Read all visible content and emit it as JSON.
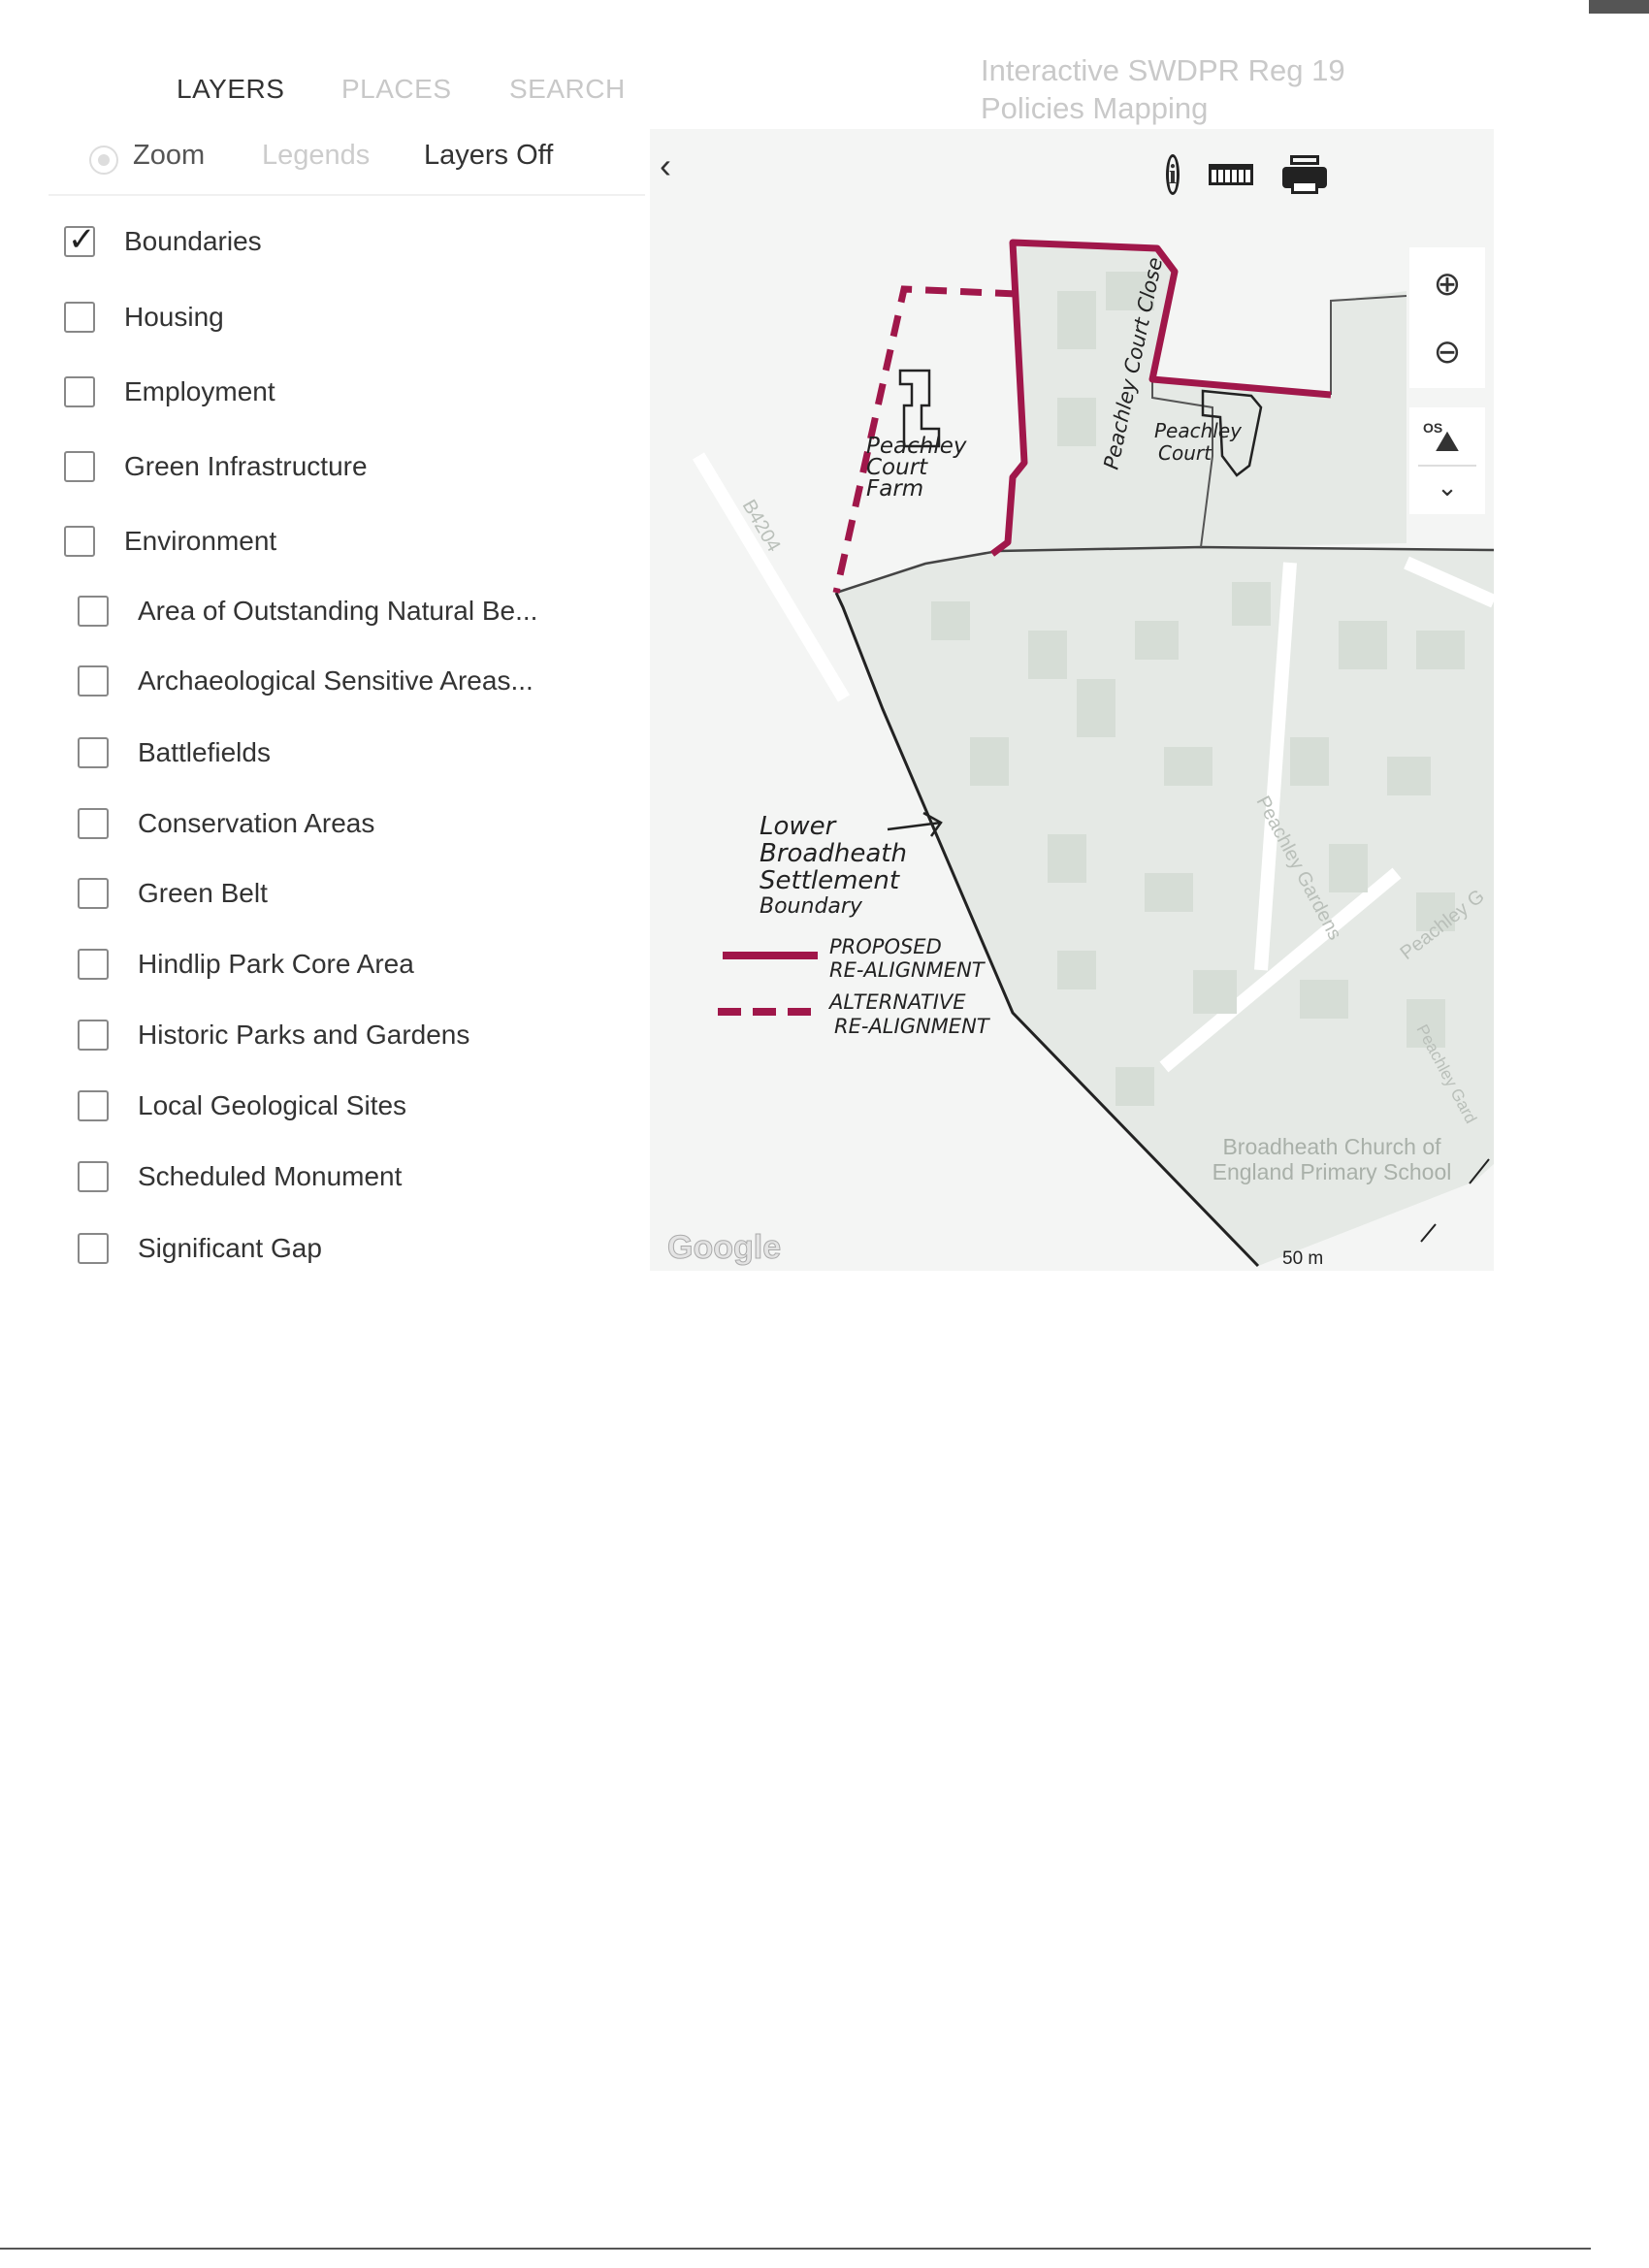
{
  "tabs": [
    {
      "label": "LAYERS",
      "active": true
    },
    {
      "label": "PLACES",
      "active": false
    },
    {
      "label": "SEARCH",
      "active": false
    }
  ],
  "subtoolbar": {
    "zoom": "Zoom",
    "legends": "Legends",
    "layers_off": "Layers Off"
  },
  "title": {
    "line1": "Interactive SWDPR Reg 19",
    "line2": "Policies Mapping"
  },
  "layers": [
    {
      "label": "Boundaries",
      "checked": true,
      "level": 0
    },
    {
      "label": "Housing",
      "checked": false,
      "level": 0
    },
    {
      "label": "Employment",
      "checked": false,
      "level": 0
    },
    {
      "label": "Green Infrastructure",
      "checked": false,
      "level": 0
    },
    {
      "label": "Environment",
      "checked": false,
      "level": 0
    },
    {
      "label": "Area of Outstanding Natural Be...",
      "checked": false,
      "level": 1
    },
    {
      "label": "Archaeological Sensitive Areas...",
      "checked": false,
      "level": 1
    },
    {
      "label": "Battlefields",
      "checked": false,
      "level": 1
    },
    {
      "label": "Conservation Areas",
      "checked": false,
      "level": 1
    },
    {
      "label": "Green Belt",
      "checked": false,
      "level": 1
    },
    {
      "label": "Hindlip Park Core Area",
      "checked": false,
      "level": 1
    },
    {
      "label": "Historic Parks and Gardens",
      "checked": false,
      "level": 1
    },
    {
      "label": "Local Geological Sites",
      "checked": false,
      "level": 1
    },
    {
      "label": "Scheduled Monument",
      "checked": false,
      "level": 1
    },
    {
      "label": "Significant Gap",
      "checked": false,
      "level": 1
    }
  ],
  "map": {
    "os_label": "OS",
    "road_label": "B4204",
    "street_labels": [
      "Peachley Gardens",
      "Peachley G",
      "Peachley Gard"
    ],
    "school_line1": "Broadheath Church of",
    "school_line2": "England Primary School",
    "google": "Google",
    "scale": "50 m",
    "annotations": {
      "farm": [
        "Peachley",
        "Court",
        "Farm"
      ],
      "close": "Peachley Court Close",
      "court": [
        "Peachley",
        "Court"
      ],
      "settlement": [
        "Lower",
        "Broadheath",
        "Settlement",
        "Boundary"
      ],
      "proposed": [
        "PROPOSED",
        "RE-ALIGNMENT"
      ],
      "alternative": [
        "ALTERNATIVE",
        "RE-ALIGNMENT"
      ]
    }
  },
  "colors": {
    "proposed": "#a0174a",
    "boundary": "#222222",
    "map_bg": "#f2f4f2",
    "settlement_fill": "#e4e8e4"
  }
}
